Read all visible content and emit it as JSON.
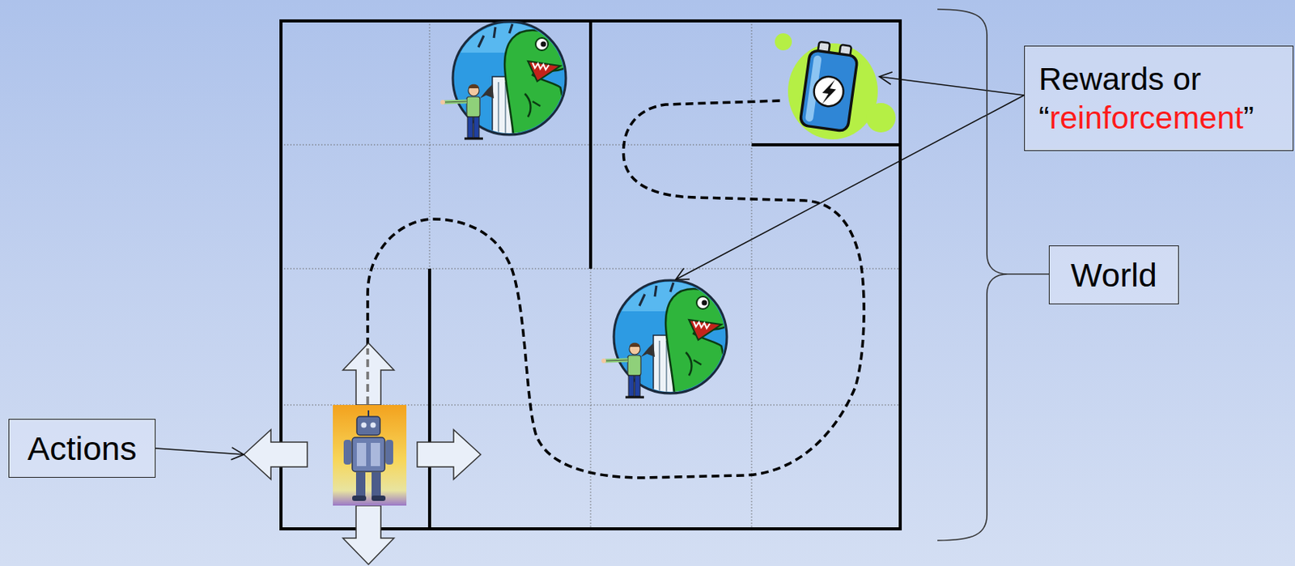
{
  "diagram": {
    "nodes": [
      {
        "text": [
          "Rewards or “reinforcement”"
        ]
      },
      {
        "text": [
          "World"
        ]
      },
      {
        "text": [
          "Actions"
        ]
      }
    ]
  }
}
